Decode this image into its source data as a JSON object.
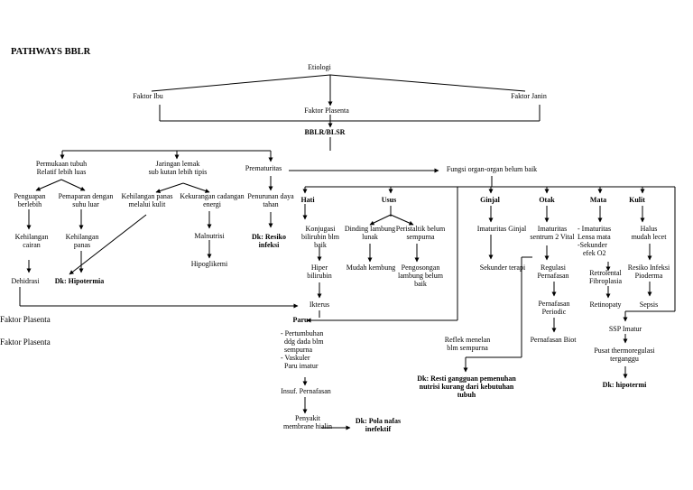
{
  "title": "PATHWAYS BBLR",
  "side_labels": [
    "Faktor Plasenta",
    "Faktor Plasenta"
  ],
  "nodes": {
    "etiologi": "Etiologi",
    "faktor_ibu": "Faktor Ibu",
    "faktor_plasenta": "Faktor Plasenta",
    "faktor_janin": "Faktor Janin",
    "bblr": "BBLR/BLSR",
    "permukaan": [
      "Permukaan tubuh",
      "Relatif lebih luas"
    ],
    "jaringan": [
      "Jaringan lemak",
      "sub kutan lebih tipis"
    ],
    "prematuritas": "Prematuritas",
    "fungsi": "Fungsi organ-organ belum baik",
    "penguapan": [
      "Penguapan",
      "berlebih"
    ],
    "pemaparan": [
      "Pemaparan dengan",
      "suhu luar"
    ],
    "kehilangan_panas_kulit": [
      "Kehilangan panas",
      "melalui kulit"
    ],
    "kekurangan_cadangan": [
      "Kekurangan cadangan",
      "energi"
    ],
    "penurunan_daya": [
      "Penurunan daya",
      "tahan"
    ],
    "kehilangan_cairan": [
      "Kehilangan",
      "cairan"
    ],
    "kehilangan_panas": [
      "Kehilangan",
      "panas"
    ],
    "malnutrisi": "Malnutrisi",
    "hipoglikemi": "Hipoglikemi",
    "dk_resiko_infeksi": [
      "Dk: Resiko",
      "infeksi"
    ],
    "dehidrasi": "Dehidrasi",
    "dk_hipotermia": "Dk: Hipotermia",
    "hati": "Hati",
    "usus": "Usus",
    "ginjal": "Ginjal",
    "otak": "Otak",
    "mata": "Mata",
    "kulit": "Kulit",
    "konjugasi": [
      "Konjugasi",
      "bilirubin blm",
      "baik"
    ],
    "dinding_lambung": [
      "Dinding lambung",
      "lunak"
    ],
    "peristaltik": [
      "Peristaltik belum",
      "sempurna"
    ],
    "imaturitas_ginjal": "Imaturitas Ginjal",
    "imaturitas_sentrum": [
      "Imaturitas",
      "sentrum 2 Vital"
    ],
    "imaturitas_lensa": [
      "- Imaturitas",
      "Lensa mata",
      "-Sekunder",
      "efek O2"
    ],
    "halus": [
      "Halus",
      "mudah lecet"
    ],
    "hiper_bilirubin": [
      "Hiper",
      "bilirubin"
    ],
    "mudah_kembung": "Mudah kembung",
    "pengosongan": [
      "Pengosongan",
      "lambung belum",
      "baik"
    ],
    "sekunder_terapi": "Sekunder terapi",
    "regulasi": [
      "Regulasi",
      "Pernafasan"
    ],
    "retrolental": [
      "Retrolental",
      "Fibroplasia"
    ],
    "resiko_infeksi_pioderma": [
      "Resiko Infeksi",
      "Pioderma"
    ],
    "ikterus": "Ikterus",
    "pernafasan_periodic": [
      "Pernafasan",
      "Periodic"
    ],
    "retinopaty": "Retinopaty",
    "sepsis": "Sepsis",
    "paru": "Paru",
    "paru_items": [
      "- Pertumbuhan",
      "ddg dada blm",
      "sempurna",
      "- Vaskuler",
      "Paru imatur"
    ],
    "reflek": [
      "Reflek menelan",
      "blm sempurna"
    ],
    "pernafasan_biot": "Pernafasan Biot",
    "ssp_imatur": "SSP Imatur",
    "pusat_thermo": [
      "Pusat thermoregulasi",
      "terganggu"
    ],
    "dk_resti": [
      "Dk: Resti gangguan pemenuhan",
      "nutrisi kurang dari kebutuhan",
      "tubuh"
    ],
    "dk_hipotermi": "Dk: hipotermi",
    "insuf": "Insuf. Pernafasan",
    "penyakit": [
      "Penyakit",
      "membrane hialin"
    ],
    "dk_pola_nafas": [
      "Dk: Pola nafas",
      "inefektif"
    ]
  }
}
